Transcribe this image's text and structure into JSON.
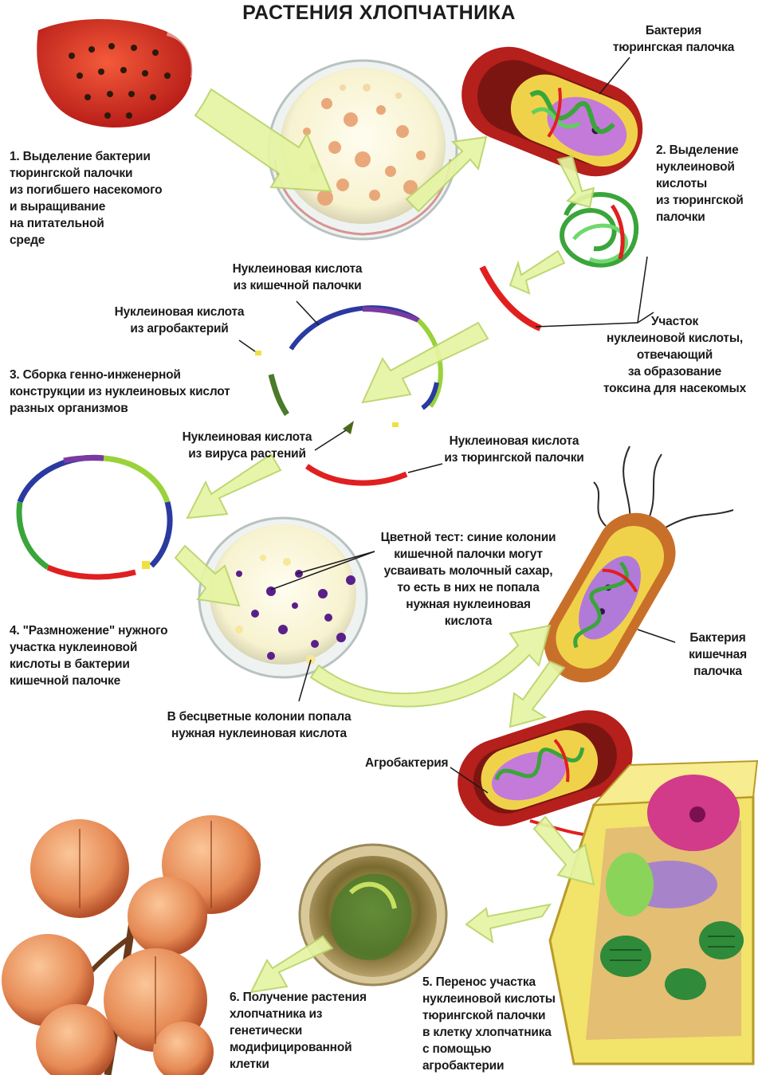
{
  "title": "РАСТЕНИЯ ХЛОПЧАТНИКА",
  "labels": {
    "bacteria_thuringiensis": "Бактерия\nтюрингская палочка",
    "step1": "1. Выделение бактерии\nтюрингской палочки\nиз погибшего насекомого\nи выращивание\nна питательной\nсреде",
    "step2": "2. Выделение\nнуклеиновой\nкислоты\nиз тюрингской\nпалочки",
    "na_ecoli": "Нуклеиновая кислота\nиз кишечной палочки",
    "na_agro": "Нуклеиновая кислота\nиз агробактерий",
    "toxin_region": "Участок\nнуклеиновой кислоты,\nотвечающий\nза образование\nтоксина для насекомых",
    "step3": "3. Сборка генно-инженерной\nконструкции из нуклеиновых кислот\nразных организмов",
    "na_virus": "Нуклеиновая кислота\nиз вируса растений",
    "na_thur": "Нуклеиновая кислота\nиз тюрингской палочки",
    "color_test": "Цветной тест: синие колонии\nкишечной палочки могут\nусваивать молочный сахар,\nто есть в них не попала\nнужная нуклеиновая\nкислота",
    "step4": "4. \"Размножение\" нужного\nучастка нуклеиновой\nкислоты в бактерии\nкишечной палочке",
    "bacteria_ecoli": "Бактерия\nкишечная\nпалочка",
    "colorless": "В бесцветные колонии попала\nнужная нуклеиновая кислота",
    "agrobacterium": "Агробактерия",
    "step5": "5. Перенос участка\nнуклеиновой кислоты\nтюрингской палочки\nв клетку хлопчатника\nс помощью\nагробактерии",
    "step6": "6. Получение растения\nхлопчатника из\nгенетически\nмодифицированной\nклетки"
  },
  "colors": {
    "arrow_fill": "#e6f5a3",
    "arrow_stroke": "#b9d46a",
    "petri_medium": "#fbf8dc",
    "bacterium_wall": "#b51f1c",
    "bacterium_inner": "#f0d24a",
    "dna_green": "#3aa53a",
    "toxin_red": "#e02020",
    "colony_purple": "#5a1f8a",
    "colony_orange": "#e8a070",
    "cotton_orange": "#e07a40"
  }
}
